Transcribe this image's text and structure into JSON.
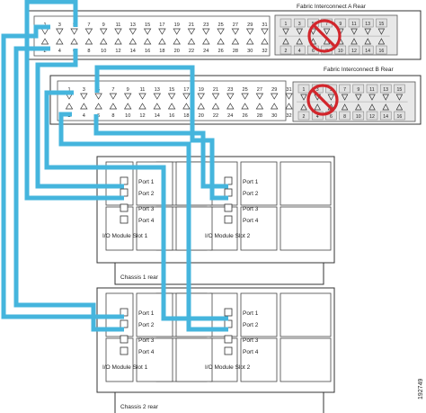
{
  "fabric_a": {
    "title": "Fabric Interconnect A Rear",
    "top_ports": [
      "1",
      "3",
      "5",
      "7",
      "9",
      "11",
      "13",
      "15",
      "17",
      "19",
      "21",
      "23",
      "25",
      "27",
      "29",
      "31"
    ],
    "bottom_ports": [
      "2",
      "4",
      "6",
      "8",
      "10",
      "12",
      "14",
      "16",
      "18",
      "20",
      "22",
      "24",
      "26",
      "28",
      "30",
      "32"
    ],
    "expansion_top": [
      "1",
      "3",
      "5",
      "7",
      "9",
      "11",
      "13",
      "15"
    ],
    "expansion_bottom": [
      "2",
      "4",
      "6",
      "8",
      "10",
      "12",
      "14",
      "16"
    ]
  },
  "fabric_b": {
    "title": "Fabric Interconnect B Rear",
    "top_ports": [
      "1",
      "3",
      "5",
      "7",
      "9",
      "11",
      "13",
      "15",
      "17",
      "19",
      "21",
      "23",
      "25",
      "27",
      "29",
      "31"
    ],
    "bottom_ports": [
      "2",
      "4",
      "6",
      "8",
      "10",
      "12",
      "14",
      "16",
      "18",
      "20",
      "22",
      "24",
      "26",
      "28",
      "30",
      "32"
    ],
    "expansion_top": [
      "1",
      "3",
      "5",
      "7",
      "9",
      "11",
      "13",
      "15"
    ],
    "expansion_bottom": [
      "2",
      "4",
      "6",
      "8",
      "10",
      "12",
      "14",
      "16"
    ]
  },
  "chassis1": {
    "label": "Chassis 1  rear",
    "slot1_label": "I/O Module Slot 1",
    "slot2_label": "I/O Module Slot 2",
    "ports": [
      "Port 1",
      "Port 2",
      "Port 3",
      "Port 4"
    ]
  },
  "chassis2": {
    "label": "Chassis 2  rear",
    "slot1_label": "I/O Module Slot 1",
    "slot2_label": "I/O Module Slot 2",
    "ports": [
      "Port 1",
      "Port 2",
      "Port 3",
      "Port 4"
    ]
  },
  "figure_id": "192749",
  "colors": {
    "cable": "#45b5dd",
    "prohibit": "#d2262c",
    "frame": "#333333"
  }
}
